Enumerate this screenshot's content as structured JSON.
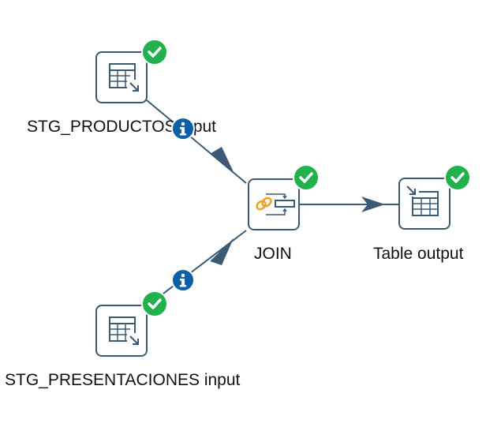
{
  "diagram": {
    "steps": [
      {
        "id": "stg_productos",
        "label": "STG_PRODUCTOS input",
        "icon": "table-input-icon",
        "status_icon": "check-icon"
      },
      {
        "id": "stg_presentaciones",
        "label": "STG_PRESENTACIONES input",
        "icon": "table-input-icon",
        "status_icon": "check-icon"
      },
      {
        "id": "join",
        "label": "JOIN",
        "icon": "join-icon",
        "status_icon": "check-icon"
      },
      {
        "id": "table_output",
        "label": "Table output",
        "icon": "table-output-icon",
        "status_icon": "check-icon"
      }
    ],
    "hops": [
      {
        "from": "stg_productos",
        "to": "join",
        "badge": "info-icon"
      },
      {
        "from": "stg_presentaciones",
        "to": "join",
        "badge": "info-icon"
      },
      {
        "from": "join",
        "to": "table_output",
        "badge": ""
      }
    ],
    "colors": {
      "step_border": "#3d5a75",
      "hop_line": "#3d5a75",
      "ok_badge": "#22b14c",
      "info_badge": "#0d5fa8",
      "join_accent": "#f0a01e"
    }
  }
}
